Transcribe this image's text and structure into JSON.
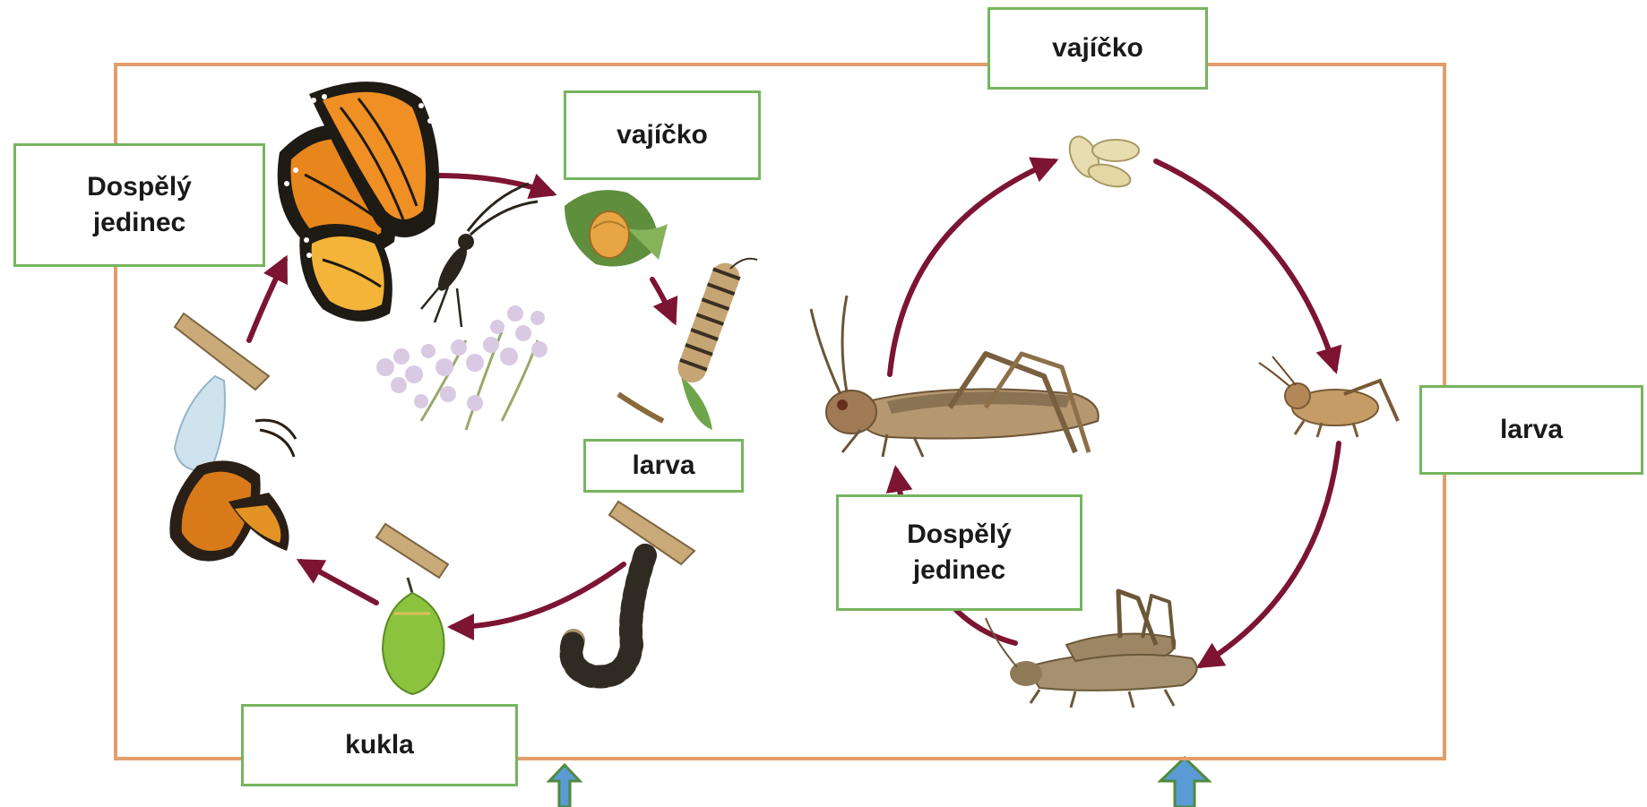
{
  "labels": {
    "butterfly_adult": [
      "Dospělý",
      "jedinec"
    ],
    "butterfly_egg": "vajíčko",
    "butterfly_larva": "larva",
    "butterfly_pupa": "kukla",
    "grasshopper_egg": "vajíčko",
    "grasshopper_larva": "larva",
    "grasshopper_adult": [
      "Dospělý",
      "jedinec"
    ]
  },
  "colors": {
    "frame": "#e39d6a",
    "label_border": "#76b55f",
    "cycle_arrow": "#7c1432",
    "pointer_arrow": "#5b9bd5"
  },
  "icons": [
    "monarch-butterfly-icon",
    "flower-icon",
    "egg-on-leaf-icon",
    "caterpillar-icon",
    "hanging-caterpillar-icon",
    "chrysalis-icon",
    "emerging-butterfly-icon",
    "grasshopper-eggs-icon",
    "grasshopper-nymph-icon",
    "adult-grasshopper-icon",
    "mating-grasshoppers-icon"
  ]
}
